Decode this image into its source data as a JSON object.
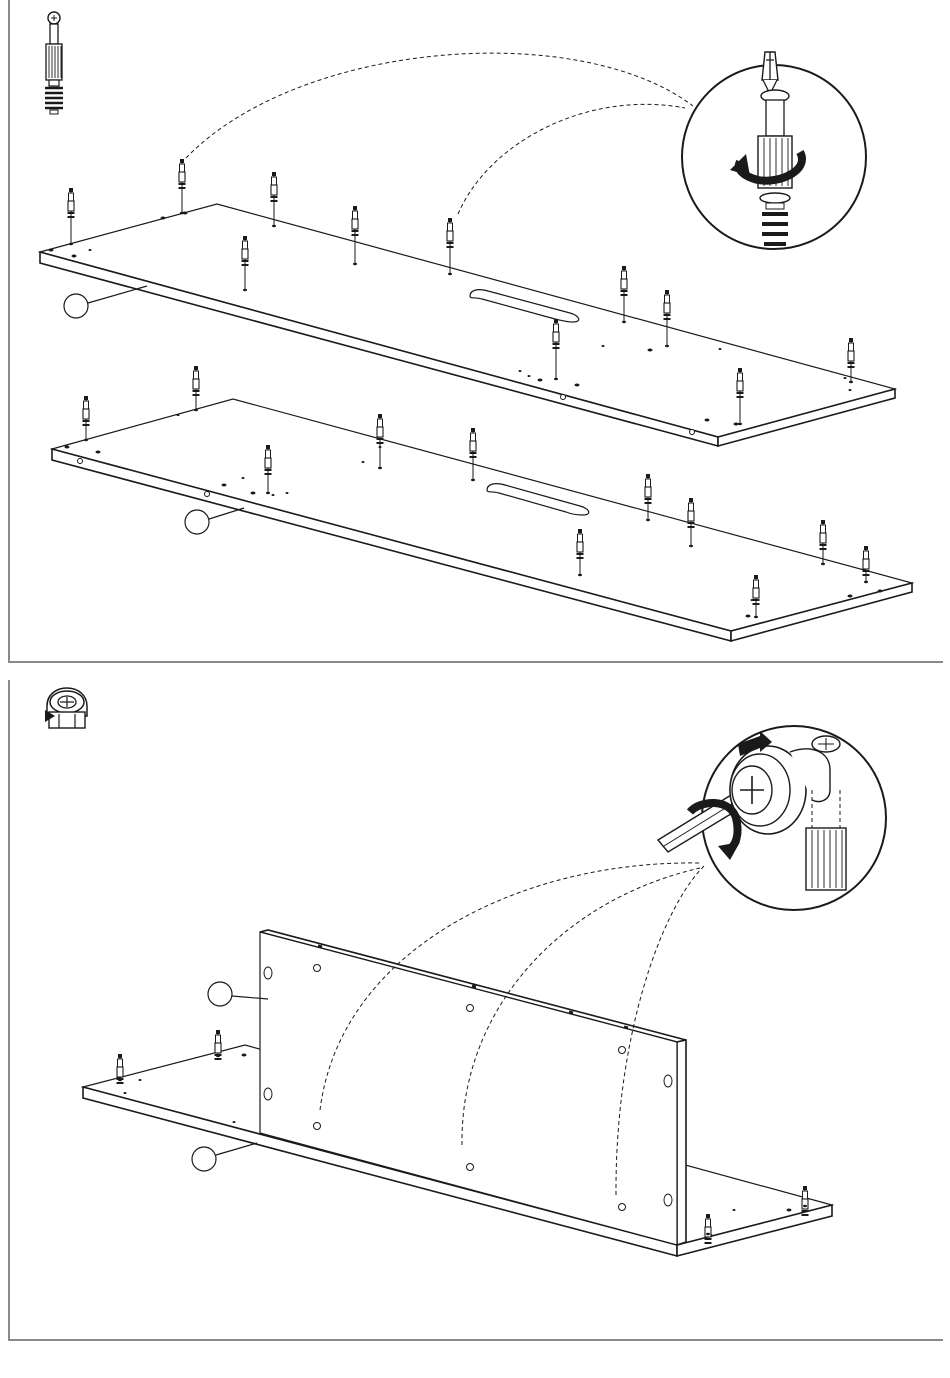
{
  "steps": [
    {
      "id": "step-1",
      "hardware_icon": "cam-dowel-icon",
      "action": "screw-in-dowels",
      "part_labels": [
        "",
        ""
      ]
    },
    {
      "id": "step-2",
      "hardware_icon": "cam-lock-icon",
      "action": "tighten-cam-locks",
      "part_labels": [
        "",
        ""
      ]
    }
  ],
  "colors": {
    "line": "#1a1a1a",
    "frame": "#8a8a8a",
    "background": "#ffffff"
  }
}
